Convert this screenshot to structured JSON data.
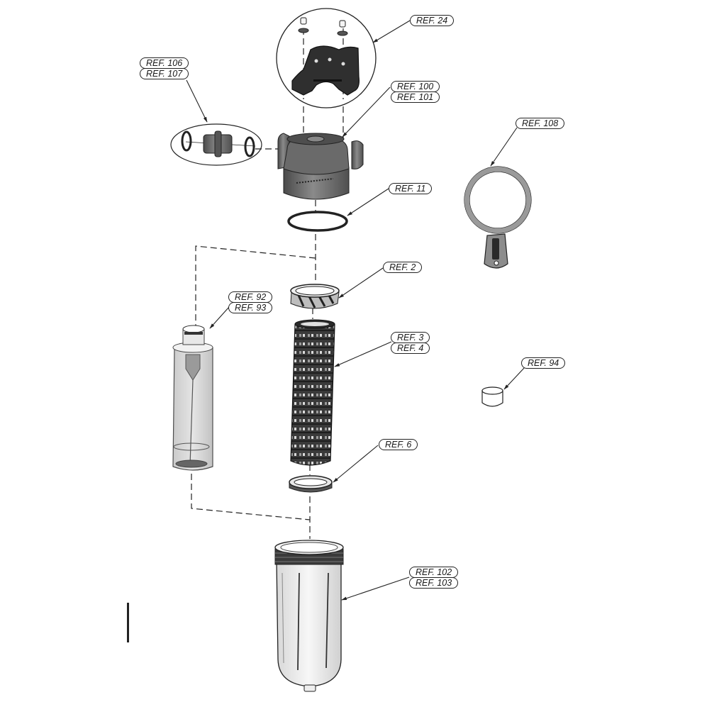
{
  "diagram": {
    "type": "exploded-parts-view",
    "subject": "water filter housing assembly",
    "colors": {
      "background": "#ffffff",
      "line": "#222222",
      "dark_part": "#3a3a3a",
      "mid_part": "#707070",
      "light_part": "#bdbdbd",
      "transparent_part": "#e6e6e6"
    }
  },
  "labels": [
    {
      "id": "ref24",
      "text": "REF. 24",
      "part": "wall-mount-bracket-with-screws"
    },
    {
      "id": "ref106",
      "text": "REF. 106",
      "part": "connection-adapter-with-o-rings"
    },
    {
      "id": "ref107",
      "text": "REF. 107",
      "part": "connection-adapter-with-o-rings"
    },
    {
      "id": "ref100",
      "text": "REF. 100",
      "part": "filter-head"
    },
    {
      "id": "ref101",
      "text": "REF. 101",
      "part": "filter-head"
    },
    {
      "id": "ref108",
      "text": "REF. 108",
      "part": "housing-wrench"
    },
    {
      "id": "ref11",
      "text": "REF. 11",
      "part": "head-o-ring"
    },
    {
      "id": "ref2",
      "text": "REF. 2",
      "part": "cartridge-top-ring"
    },
    {
      "id": "ref92",
      "text": "REF. 92",
      "part": "alternative-cartridge"
    },
    {
      "id": "ref93",
      "text": "REF. 93",
      "part": "alternative-cartridge"
    },
    {
      "id": "ref3",
      "text": "REF. 3",
      "part": "filter-mesh-cartridge"
    },
    {
      "id": "ref4",
      "text": "REF. 4",
      "part": "filter-mesh-cartridge"
    },
    {
      "id": "ref94",
      "text": "REF. 94",
      "part": "small-cap"
    },
    {
      "id": "ref6",
      "text": "REF. 6",
      "part": "cartridge-bottom-ring"
    },
    {
      "id": "ref102",
      "text": "REF. 102",
      "part": "transparent-bowl"
    },
    {
      "id": "ref103",
      "text": "REF. 103",
      "part": "transparent-bowl"
    }
  ]
}
